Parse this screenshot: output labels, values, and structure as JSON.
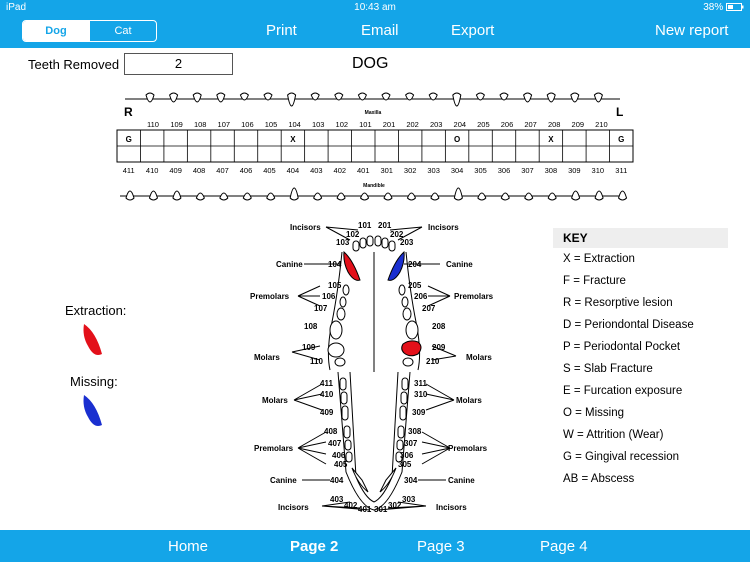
{
  "status": {
    "device": "iPad",
    "time": "10:43 am",
    "battery": "38%"
  },
  "nav": {
    "seg_dog": "Dog",
    "seg_cat": "Cat",
    "print": "Print",
    "email": "Email",
    "export": "Export",
    "new_report": "New report"
  },
  "form": {
    "teeth_removed_label": "Teeth Removed",
    "teeth_removed_value": "2"
  },
  "chart_title": "DOG",
  "side": {
    "left": "R",
    "right": "L",
    "maxilla": "Maxilla",
    "mandible": "Mandible"
  },
  "upper_numbers": [
    "110",
    "109",
    "108",
    "107",
    "106",
    "105",
    "104",
    "103",
    "102",
    "101",
    "201",
    "202",
    "203",
    "204",
    "205",
    "206",
    "207",
    "208",
    "209",
    "210"
  ],
  "lower_numbers": [
    "411",
    "410",
    "409",
    "408",
    "407",
    "406",
    "405",
    "404",
    "403",
    "402",
    "401",
    "301",
    "302",
    "303",
    "304",
    "305",
    "306",
    "307",
    "308",
    "309",
    "310",
    "311"
  ],
  "grid_marks": [
    "G",
    "",
    "",
    "",
    "",
    "",
    "",
    "X",
    "",
    "",
    "",
    "",
    "",
    "",
    "O",
    "",
    "",
    "",
    "X",
    "",
    "",
    "G"
  ],
  "diagram_labels": {
    "incisors": "Incisors",
    "canine": "Canine",
    "premolars": "Premolars",
    "molars": "Molars",
    "n101": "101",
    "n102": "102",
    "n103": "103",
    "n201": "201",
    "n202": "202",
    "n203": "203",
    "n104": "104",
    "n204": "204",
    "n105": "105",
    "n106": "106",
    "n107": "107",
    "n108": "108",
    "n205": "205",
    "n206": "206",
    "n207": "207",
    "n208": "208",
    "n109": "109",
    "n110": "110",
    "n209": "209",
    "n210": "210",
    "n411": "411",
    "n410": "410",
    "n409": "409",
    "n311": "311",
    "n310": "310",
    "n309": "309",
    "n408": "408",
    "n407": "407",
    "n406": "406",
    "n405": "405",
    "n308": "308",
    "n307": "307",
    "n306": "306",
    "n305": "305",
    "n404": "404",
    "n304": "304",
    "n403": "403",
    "n402": "402",
    "n401": "401",
    "n301": "301",
    "n302": "302",
    "n303": "303"
  },
  "legend": {
    "extraction": "Extraction:",
    "missing": "Missing:"
  },
  "colors": {
    "accent": "#14a5e8",
    "extraction": "#e3101a",
    "missing": "#1a2fd0"
  },
  "key": {
    "title": "KEY",
    "items": [
      "X = Extraction",
      "F = Fracture",
      "R = Resorptive lesion",
      "D = Periondontal Disease",
      "P = Periodontal Pocket",
      "S = Slab Fracture",
      "E = Furcation exposure",
      "O = Missing",
      "W = Attrition (Wear)",
      "G = Gingival recession",
      "AB = Abscess"
    ]
  },
  "tabs": {
    "home": "Home",
    "page2": "Page 2",
    "page3": "Page 3",
    "page4": "Page 4"
  }
}
